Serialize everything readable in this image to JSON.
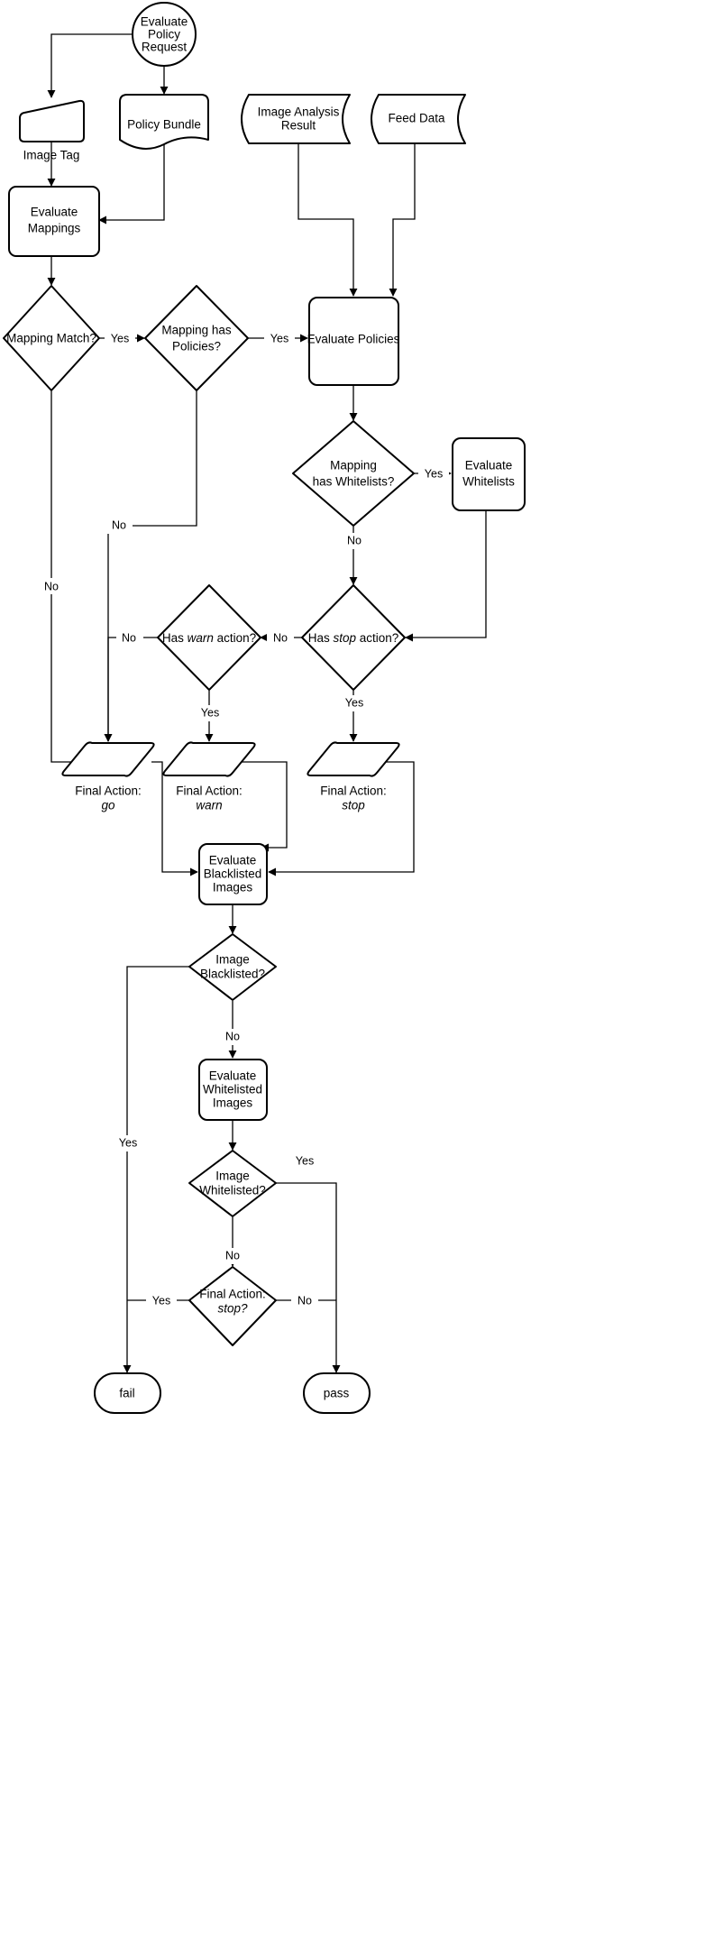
{
  "diagram": {
    "title": "Policy evaluation flowchart",
    "colors": {
      "stroke": "#000000",
      "fill": "#ffffff",
      "text": "#000000"
    },
    "nodes": {
      "start": {
        "label_1": "Evaluate",
        "label_2": "Policy",
        "label_3": "Request",
        "shape": "circle"
      },
      "image_tag": {
        "label": "Image Tag",
        "shape": "trapezoid-caption"
      },
      "policy_bundle": {
        "label": "Policy Bundle",
        "shape": "document"
      },
      "image_analysis_result": {
        "label_1": "Image Analysis",
        "label_2": "Result",
        "shape": "tape"
      },
      "feed_data": {
        "label": "Feed Data",
        "shape": "tape"
      },
      "evaluate_mappings": {
        "label_1": "Evaluate",
        "label_2": "Mappings",
        "shape": "process"
      },
      "mapping_match": {
        "label": "Mapping Match?",
        "shape": "decision"
      },
      "mapping_has_policies": {
        "label_1": "Mapping has",
        "label_2": "Policies?",
        "shape": "decision"
      },
      "evaluate_policies": {
        "label": "Evaluate Policies",
        "shape": "process"
      },
      "mapping_has_whitelists": {
        "label_1": "Mapping",
        "label_2": "has Whitelists?",
        "shape": "decision"
      },
      "evaluate_whitelists": {
        "label_1": "Evaluate",
        "label_2": "Whitelists",
        "shape": "process"
      },
      "has_warn_action": {
        "label_pre": "Has ",
        "label_em": "warn",
        "label_post": " action?",
        "shape": "decision"
      },
      "has_stop_action": {
        "label_pre": "Has ",
        "label_em": "stop",
        "label_post": " action?",
        "shape": "decision"
      },
      "final_action_go": {
        "caption_1": "Final Action:",
        "caption_2": "go",
        "shape": "parallelogram"
      },
      "final_action_warn": {
        "caption_1": "Final Action:",
        "caption_2": "warn",
        "shape": "parallelogram"
      },
      "final_action_stop": {
        "caption_1": "Final Action:",
        "caption_2": "stop",
        "shape": "parallelogram"
      },
      "evaluate_blacklisted_images": {
        "label_1": "Evaluate",
        "label_2": "Blacklisted",
        "label_3": "Images",
        "shape": "process"
      },
      "image_blacklisted": {
        "label_1": "Image",
        "label_2": "Blacklisted?",
        "shape": "decision"
      },
      "evaluate_whitelisted_images": {
        "label_1": "Evaluate",
        "label_2": "Whitelisted",
        "label_3": "Images",
        "shape": "process"
      },
      "image_whitelisted": {
        "label_1": "Image",
        "label_2": "Whitelisted?",
        "shape": "decision"
      },
      "final_action_stop_q": {
        "label_1": "Final Action:",
        "label_em": "stop?",
        "shape": "decision"
      },
      "fail": {
        "label": "fail",
        "shape": "terminator"
      },
      "pass": {
        "label": "pass",
        "shape": "terminator"
      }
    },
    "edge_labels": {
      "mapping_match_yes": "Yes",
      "mapping_match_no": "No",
      "mapping_has_policies_yes": "Yes",
      "mapping_has_policies_no": "No",
      "mapping_has_whitelists_yes": "Yes",
      "mapping_has_whitelists_no": "No",
      "has_stop_action_yes": "Yes",
      "has_stop_action_no": "No",
      "has_warn_action_yes": "Yes",
      "has_warn_action_no": "No",
      "image_blacklisted_no": "No",
      "image_blacklisted_yes": "Yes",
      "image_whitelisted_no": "No",
      "image_whitelisted_yes": "Yes",
      "final_stop_yes": "Yes",
      "final_stop_no": "No"
    }
  },
  "chart_data": {
    "type": "diagram",
    "title": "Policy evaluation flowchart",
    "nodes": [
      {
        "id": "start",
        "text": "Evaluate Policy Request",
        "shape": "circle"
      },
      {
        "id": "image_tag",
        "text": "Image Tag",
        "shape": "trapezoid"
      },
      {
        "id": "policy_bundle",
        "text": "Policy Bundle",
        "shape": "document"
      },
      {
        "id": "image_analysis_result",
        "text": "Image Analysis Result",
        "shape": "tape"
      },
      {
        "id": "feed_data",
        "text": "Feed Data",
        "shape": "tape"
      },
      {
        "id": "evaluate_mappings",
        "text": "Evaluate Mappings",
        "shape": "process"
      },
      {
        "id": "mapping_match",
        "text": "Mapping Match?",
        "shape": "decision"
      },
      {
        "id": "mapping_has_policies",
        "text": "Mapping has Policies?",
        "shape": "decision"
      },
      {
        "id": "evaluate_policies",
        "text": "Evaluate Policies",
        "shape": "process"
      },
      {
        "id": "mapping_has_whitelists",
        "text": "Mapping has Whitelists?",
        "shape": "decision"
      },
      {
        "id": "evaluate_whitelists",
        "text": "Evaluate Whitelists",
        "shape": "process"
      },
      {
        "id": "has_warn_action",
        "text": "Has warn action?",
        "shape": "decision"
      },
      {
        "id": "has_stop_action",
        "text": "Has stop action?",
        "shape": "decision"
      },
      {
        "id": "final_action_go",
        "text": "Final Action: go",
        "shape": "parallelogram"
      },
      {
        "id": "final_action_warn",
        "text": "Final Action: warn",
        "shape": "parallelogram"
      },
      {
        "id": "final_action_stop",
        "text": "Final Action: stop",
        "shape": "parallelogram"
      },
      {
        "id": "evaluate_blacklisted_images",
        "text": "Evaluate Blacklisted Images",
        "shape": "process"
      },
      {
        "id": "image_blacklisted",
        "text": "Image Blacklisted?",
        "shape": "decision"
      },
      {
        "id": "evaluate_whitelisted_images",
        "text": "Evaluate Whitelisted Images",
        "shape": "process"
      },
      {
        "id": "image_whitelisted",
        "text": "Image Whitelisted?",
        "shape": "decision"
      },
      {
        "id": "final_action_stop_q",
        "text": "Final Action: stop?",
        "shape": "decision"
      },
      {
        "id": "fail",
        "text": "fail",
        "shape": "terminator"
      },
      {
        "id": "pass",
        "text": "pass",
        "shape": "terminator"
      }
    ],
    "edges": [
      {
        "from": "start",
        "to": "image_tag",
        "label": ""
      },
      {
        "from": "start",
        "to": "policy_bundle",
        "label": ""
      },
      {
        "from": "image_tag",
        "to": "evaluate_mappings",
        "label": ""
      },
      {
        "from": "policy_bundle",
        "to": "evaluate_mappings",
        "label": ""
      },
      {
        "from": "evaluate_mappings",
        "to": "mapping_match",
        "label": ""
      },
      {
        "from": "mapping_match",
        "to": "mapping_has_policies",
        "label": "Yes"
      },
      {
        "from": "mapping_match",
        "to": "final_action_go",
        "label": "No"
      },
      {
        "from": "mapping_has_policies",
        "to": "evaluate_policies",
        "label": "Yes"
      },
      {
        "from": "mapping_has_policies",
        "to": "final_action_go",
        "label": "No"
      },
      {
        "from": "image_analysis_result",
        "to": "evaluate_policies",
        "label": ""
      },
      {
        "from": "feed_data",
        "to": "evaluate_policies",
        "label": ""
      },
      {
        "from": "evaluate_policies",
        "to": "mapping_has_whitelists",
        "label": ""
      },
      {
        "from": "mapping_has_whitelists",
        "to": "evaluate_whitelists",
        "label": "Yes"
      },
      {
        "from": "mapping_has_whitelists",
        "to": "has_stop_action",
        "label": "No"
      },
      {
        "from": "evaluate_whitelists",
        "to": "has_stop_action",
        "label": ""
      },
      {
        "from": "has_stop_action",
        "to": "has_warn_action",
        "label": "No"
      },
      {
        "from": "has_stop_action",
        "to": "final_action_stop",
        "label": "Yes"
      },
      {
        "from": "has_warn_action",
        "to": "final_action_go",
        "label": "No"
      },
      {
        "from": "has_warn_action",
        "to": "final_action_warn",
        "label": "Yes"
      },
      {
        "from": "final_action_go",
        "to": "evaluate_blacklisted_images",
        "label": ""
      },
      {
        "from": "final_action_warn",
        "to": "evaluate_blacklisted_images",
        "label": ""
      },
      {
        "from": "final_action_stop",
        "to": "evaluate_blacklisted_images",
        "label": ""
      },
      {
        "from": "evaluate_blacklisted_images",
        "to": "image_blacklisted",
        "label": ""
      },
      {
        "from": "image_blacklisted",
        "to": "evaluate_whitelisted_images",
        "label": "No"
      },
      {
        "from": "image_blacklisted",
        "to": "fail",
        "label": "Yes"
      },
      {
        "from": "evaluate_whitelisted_images",
        "to": "image_whitelisted",
        "label": ""
      },
      {
        "from": "image_whitelisted",
        "to": "final_action_stop_q",
        "label": "No"
      },
      {
        "from": "image_whitelisted",
        "to": "pass",
        "label": "Yes"
      },
      {
        "from": "final_action_stop_q",
        "to": "fail",
        "label": "Yes"
      },
      {
        "from": "final_action_stop_q",
        "to": "pass",
        "label": "No"
      }
    ]
  }
}
